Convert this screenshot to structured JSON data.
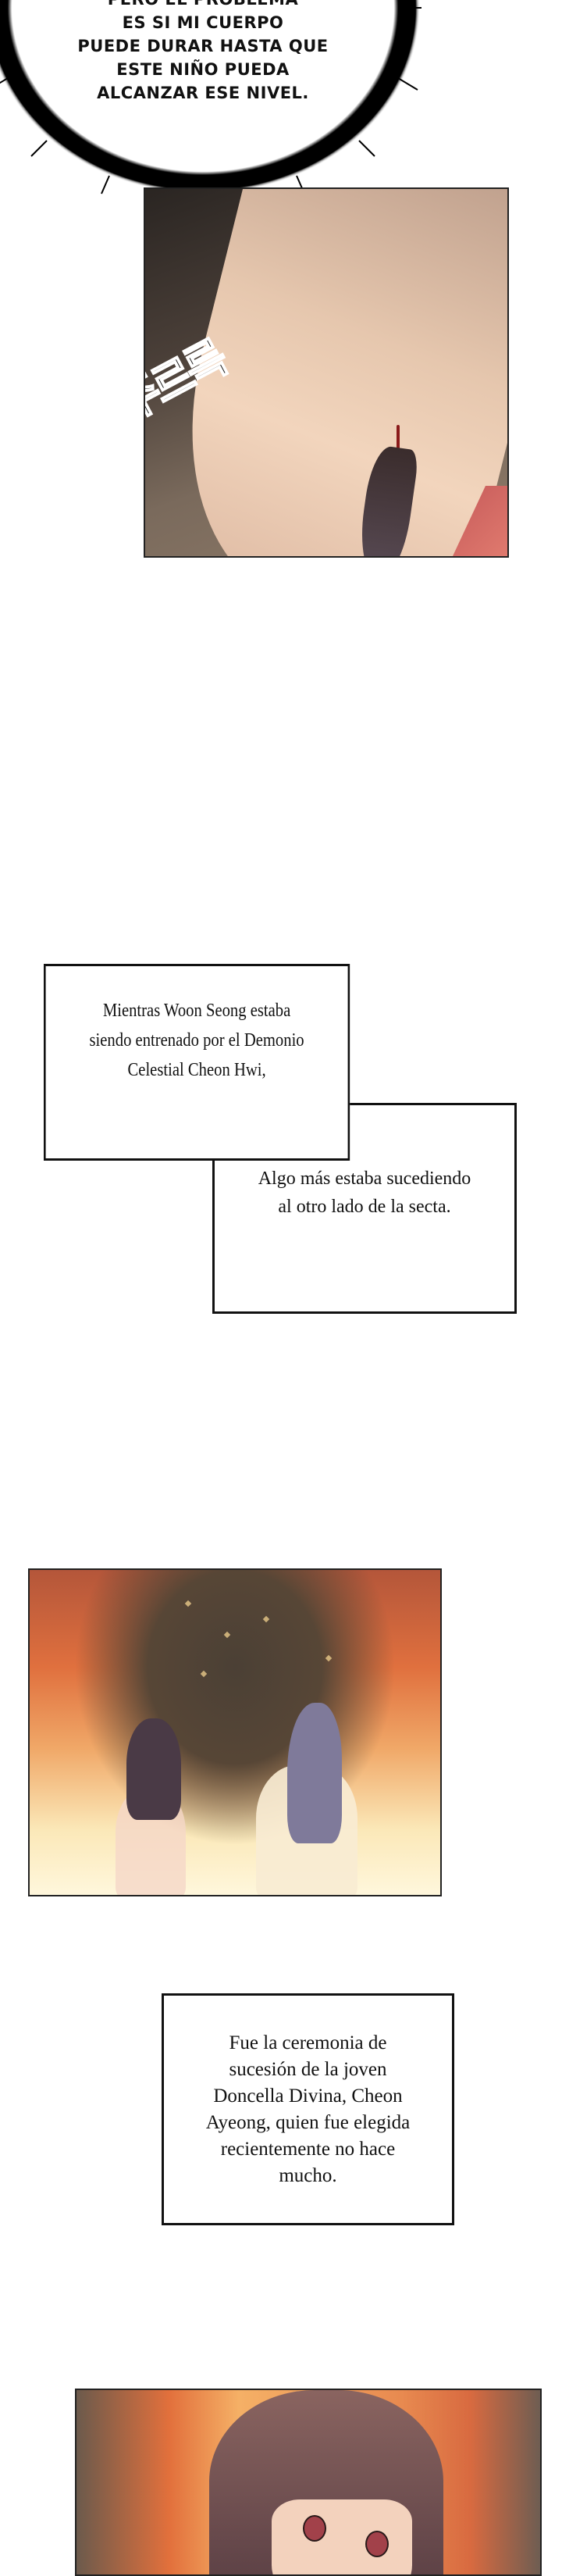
{
  "page": {
    "type": "webtoon-strip",
    "background": "#ffffff"
  },
  "speech_bubble": {
    "style": "spiky-shout",
    "lines": [
      "PERO EL PROBLEMA",
      "ES SI MI CUERPO",
      "PUEDE DURAR HASTA QUE",
      "ESTE NIÑO PUEDA",
      "ALCANZAR ESE NIVEL."
    ]
  },
  "panel_face": {
    "description": "Close-up of a bearded man with eyes closed and blood trickling from his mouth",
    "sfx": "주르륵"
  },
  "narration_1": {
    "lines": [
      "Mientras Woon Seong estaba",
      "siendo entrenado por el Demonio",
      "Celestial Cheon Hwi,"
    ]
  },
  "narration_2": {
    "lines": [
      "Algo más estaba sucediendo",
      "al otro lado de la secta."
    ]
  },
  "panel_fire": {
    "description": "Two women amid raging flames: a dark-haired girl and a silver-haired woman reaching toward her"
  },
  "narration_3": {
    "lines": [
      "Fue la ceremonia de",
      "sucesión de la joven",
      "Doncella Divina, Cheon",
      "Ayeong, quien fue elegida",
      "recientemente no hace",
      "mucho."
    ]
  },
  "panel_girl": {
    "description": "Close-up of a brown-haired girl with red eyes, sweating, against a fiery background"
  },
  "colors": {
    "ink": "#111111",
    "fire_orange": "#e0703e",
    "fire_light": "#fbe8b8",
    "skin": "#f2d5bd"
  }
}
